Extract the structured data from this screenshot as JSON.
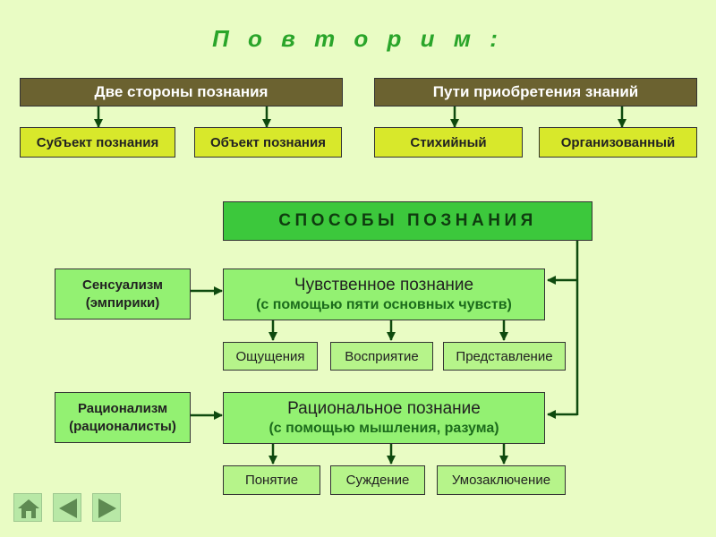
{
  "title": "П о в т о р и м :",
  "two_sides": {
    "header": "Две стороны познания",
    "items": [
      "Субъект познания",
      "Объект познания"
    ]
  },
  "ways": {
    "header": "Пути приобретения знаний",
    "items": [
      "Стихийный",
      "Организованный"
    ]
  },
  "methods": {
    "header": "СПОСОБЫ ПОЗНАНИЯ",
    "sensory": {
      "school_line1": "Сенсуализм",
      "school_line2": "(эмпирики)",
      "line1": "Чувственное познание",
      "line2": "(с помощью пяти основных чувств)",
      "forms": [
        "Ощущения",
        "Восприятие",
        "Представление"
      ]
    },
    "rational": {
      "school_line1": "Рационализм",
      "school_line2": "(рационалисты)",
      "line1": "Рациональное познание",
      "line2": "(с помощью мышления, разума)",
      "forms": [
        "Понятие",
        "Суждение",
        "Умозаключение"
      ]
    }
  },
  "nav": {
    "home_icon": "home-icon",
    "back_icon": "left-arrow-icon",
    "forward_icon": "right-arrow-icon"
  },
  "colors": {
    "background": "#e9fcc4",
    "title": "#2aa52a",
    "olive": "#6b6230",
    "yellow": "#d8e82b",
    "green": "#3cc83c",
    "light_green": "#93f172"
  }
}
